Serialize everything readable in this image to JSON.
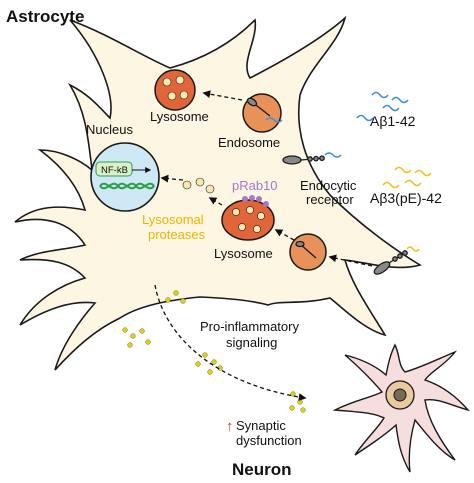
{
  "labels": {
    "astrocyte": "Astrocyte",
    "neuron": "Neuron",
    "nucleus": "Nucleus",
    "nfkb": "NF-kB",
    "lysosome_top": "Lysosome",
    "endosome": "Endosome",
    "ab142": "Aβ1-42",
    "abpe42": "Aβ3(pE)-42",
    "endocytic_1": "Endocytic",
    "endocytic_2": "receptor",
    "prab10": "pRab10",
    "lysosomal_1": "Lysosomal",
    "lysosomal_2": "proteases",
    "lysosome_mid": "Lysosome",
    "proinflam_1": "Pro-inflammatory",
    "proinflam_2": "signaling",
    "synaptic_arrow": "↑",
    "synaptic_1": "Synaptic",
    "synaptic_2": "dysfunction"
  },
  "colors": {
    "cell_fill": "#fdf6e3",
    "outline": "#1a1a1a",
    "nucleus_fill": "#cfe8f5",
    "lysosome_fill": "#e2653a",
    "endosome_fill": "#e8925a",
    "ab142": "#3b8fd9",
    "abpe42": "#f0c020",
    "neuron_fill": "#f6dede",
    "neuron_soma": "#e8c9a0",
    "prab10": "#a777c9",
    "dna": "#2e9e4a",
    "dots": "#e0d200"
  },
  "icons": [
    "receptor-icon",
    "dna-icon",
    "peptide-squiggle-icon",
    "protease-icon",
    "vesicle-dot-icon"
  ]
}
